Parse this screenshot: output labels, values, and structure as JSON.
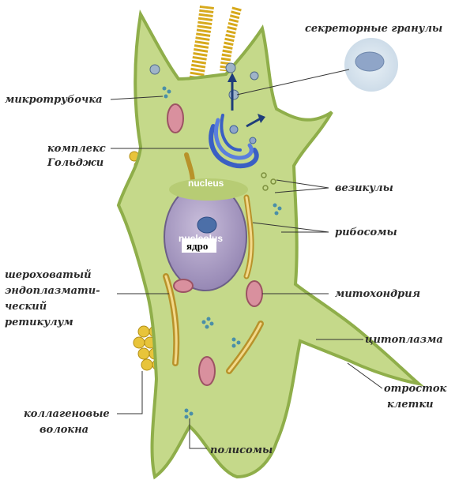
{
  "labels": {
    "secretory_granules": "секреторные гранулы",
    "microtubule": "микротрубочка",
    "golgi_line1": "комплекс",
    "golgi_line2": "Гольджи",
    "vesicles": "везикулы",
    "ribosomes": "рибосомы",
    "rough_er_line1": "шероховатый",
    "rough_er_line2": "эндоплазмати-",
    "rough_er_line3": "ческий",
    "rough_er_line4": "ретикулум",
    "mitochondria": "митохондрия",
    "cytoplasm": "цитоплазма",
    "process_line1": "отросток",
    "process_line2": "клетки",
    "collagen_line1": "коллагеновые",
    "collagen_line2": "волокна",
    "polysomes": "полисомы",
    "nucleus_box": "ядро",
    "nucleus_inner": "nucleus",
    "nucleolus_inner": "nucleolus"
  },
  "colors": {
    "cytoplasm": "#c5d98a",
    "membrane": "#8fae4a",
    "nucleus": "#a99ac0",
    "golgi": "#3a5fc4",
    "mitochondria": "#d9909e",
    "er": "#b8922a",
    "collagen": "#e0b830"
  }
}
